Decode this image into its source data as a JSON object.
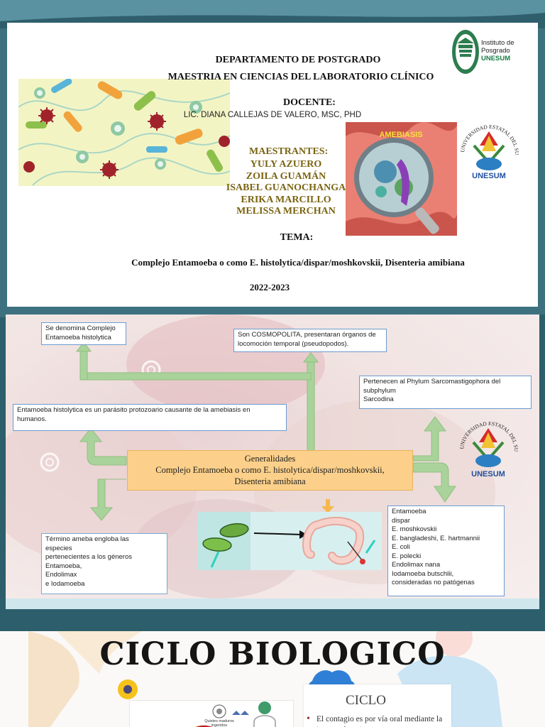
{
  "slide1": {
    "department": "DEPARTAMENTO DE POSTGRADO",
    "program": "MAESTRIA EN CIENCIAS DEL LABORATORIO CLÍNICO",
    "docente_label": "DOCENTE:",
    "docente_name": "LIC. DIANA CALLEJAS DE VALERO, MSC, PHD",
    "maestrantes_label": "MAESTRANTES:",
    "maestrantes": [
      "YULY AZUERO",
      "ZOILA GUAMÁN",
      "ISABEL GUANOCHANGA",
      "ERIKA MARCILLO",
      "MELISSA MERCHAN"
    ],
    "tema_label": "TEMA:",
    "tema": "Complejo Entamoeba o como E. histolytica/dispar/moshkovskii, Disenteria amibiana",
    "year": "2022-2023",
    "logo_text": [
      "Instituto de",
      "Posgrado",
      "UNESUM"
    ],
    "amebiasis_label": "AMEBIASIS",
    "university_seal_text": "UNIVERSIDAD ESTATAL DEL SUR DE MANABÍ",
    "unesum": "UNESUM"
  },
  "slide2": {
    "center_title": "Generalidades",
    "center_line2": "Complejo Entamoeba o como E. histolytica/dispar/moshkovskii,",
    "center_line3": "Disenteria amibiana",
    "box_top_left": [
      "Se denomina Complejo",
      "Entamoeba histolytica"
    ],
    "box_top_center": [
      "Son COSMOPOLITA, presentaran órganos de",
      "locomoción temporal (pseudopodos)."
    ],
    "box_right_top": [
      "Pertenecen al Phylum Sarcomastigophora del",
      "subphylum",
      "Sarcodina"
    ],
    "box_left_mid": [
      "Entamoeba histolytica es un parásito protozoario causante de la amebiasis en",
      "humanos."
    ],
    "box_bottom_left": [
      "Término ameba engloba las",
      "especies",
      "pertenecientes a los géneros",
      " Entamoeba,",
      "Endolimax",
      "e Iodamoeba"
    ],
    "box_bottom_right": [
      "Entamoeba",
      "dispar",
      " E. moshkovskii",
      " E. bangladeshi, E. hartmannii",
      " E. coli",
      " E. polecki",
      " Endolimax nana",
      " Iodamoeba butschlii,",
      " consideradas no patógenas"
    ],
    "unesum": "UNESUM"
  },
  "slide3": {
    "title": "CICLO BIOLOGICO",
    "ciclo_label": "CICLO",
    "diagram_label": "Quistes maduros ingeridos",
    "bullet": "El contagio es por vía oral mediante la ingesta de quistes"
  },
  "colors": {
    "teal": "#2d5e6b",
    "gold": "#7a6412",
    "arrow_green": "#a9d39a",
    "center_box": "#fcd08a"
  }
}
